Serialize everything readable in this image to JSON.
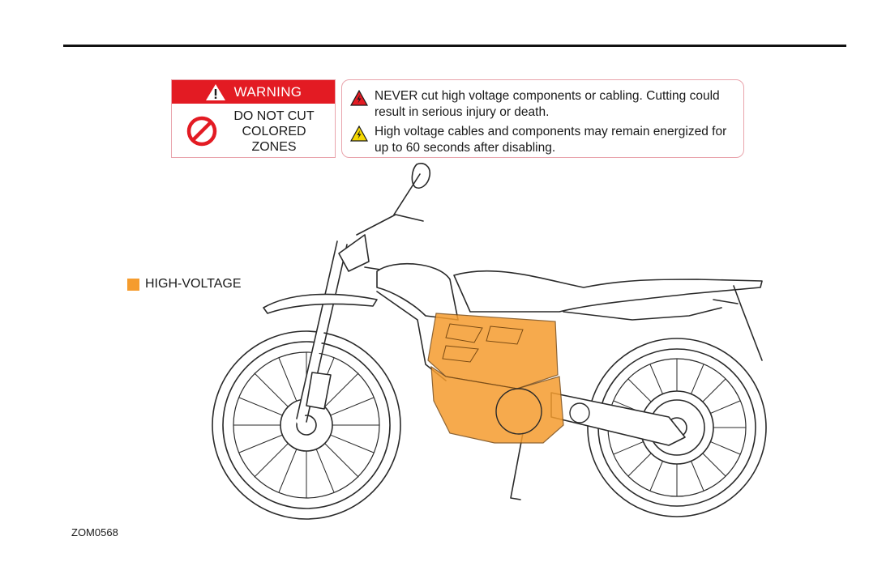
{
  "warning_label": {
    "header": "WARNING",
    "message": [
      "DO NOT CUT",
      "COLORED",
      "ZONES"
    ]
  },
  "notices": [
    {
      "icon": "danger-triangle-icon",
      "text": "NEVER cut high voltage components or cabling. Cutting could result in serious injury or death."
    },
    {
      "icon": "caution-triangle-icon",
      "text": "High voltage cables and components may remain energized for up to 60 seconds after disabling."
    }
  ],
  "legend": {
    "label": "HIGH-VOLTAGE",
    "color": "#f59c2e"
  },
  "figure_id": "ZOM0568",
  "colors": {
    "warning_red": "#e31b23",
    "caution_yellow": "#f5d800",
    "high_voltage": "#f59c2e",
    "border_pink": "#e9a4ac"
  }
}
